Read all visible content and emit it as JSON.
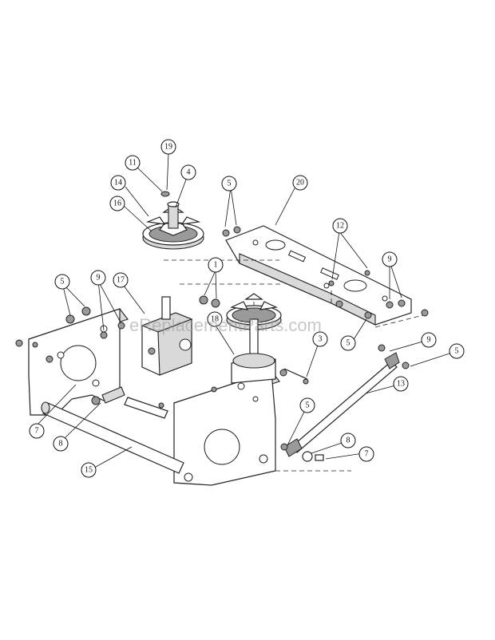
{
  "watermark": "eReplacementParts.com",
  "callouts": [
    {
      "id": "19",
      "label": "19"
    },
    {
      "id": "11",
      "label": "11"
    },
    {
      "id": "4",
      "label": "4"
    },
    {
      "id": "14",
      "label": "14"
    },
    {
      "id": "16",
      "label": "16"
    },
    {
      "id": "5a",
      "label": "5"
    },
    {
      "id": "20",
      "label": "20"
    },
    {
      "id": "12",
      "label": "12"
    },
    {
      "id": "9a",
      "label": "9"
    },
    {
      "id": "1",
      "label": "1"
    },
    {
      "id": "17",
      "label": "17"
    },
    {
      "id": "9b",
      "label": "9"
    },
    {
      "id": "5b",
      "label": "5"
    },
    {
      "id": "18",
      "label": "18"
    },
    {
      "id": "3",
      "label": "3"
    },
    {
      "id": "5c",
      "label": "5"
    },
    {
      "id": "9c",
      "label": "9"
    },
    {
      "id": "5d",
      "label": "5"
    },
    {
      "id": "13",
      "label": "13"
    },
    {
      "id": "7a",
      "label": "7"
    },
    {
      "id": "8a",
      "label": "8"
    },
    {
      "id": "5e",
      "label": "5"
    },
    {
      "id": "8b",
      "label": "8"
    },
    {
      "id": "7b",
      "label": "7"
    },
    {
      "id": "15",
      "label": "15"
    }
  ]
}
